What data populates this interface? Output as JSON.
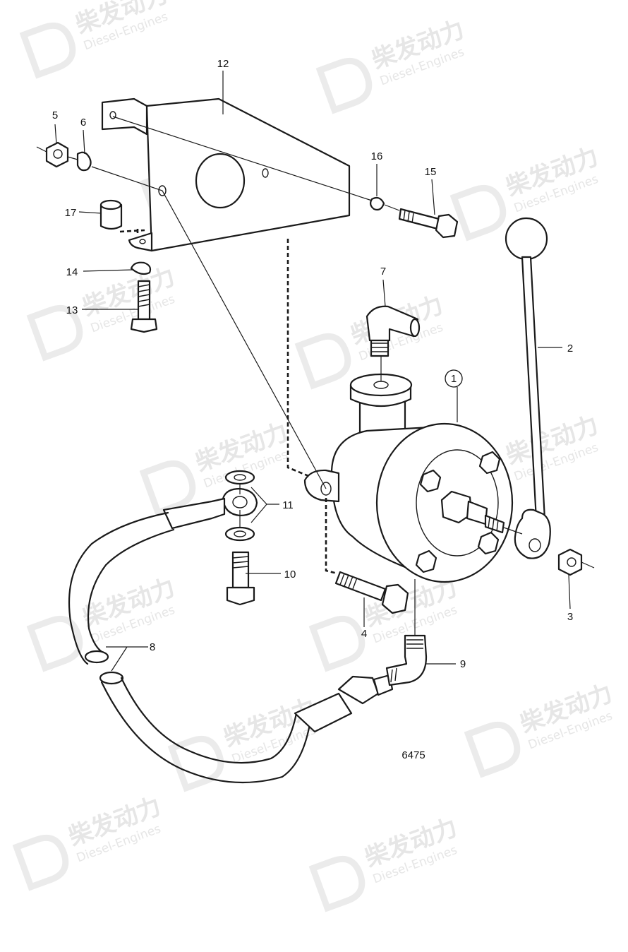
{
  "watermark": {
    "brand_cn": "柴发动力",
    "brand_en": "Diesel-Engines"
  },
  "diagram": {
    "figure_number": "6475",
    "callouts": {
      "c1": "1",
      "c2": "2",
      "c3": "3",
      "c4": "4",
      "c5": "5",
      "c6": "6",
      "c7": "7",
      "c8": "8",
      "c9": "9",
      "c10": "10",
      "c11": "11",
      "c12": "12",
      "c13": "13",
      "c14": "14",
      "c15": "15",
      "c16": "16",
      "c17": "17"
    }
  }
}
